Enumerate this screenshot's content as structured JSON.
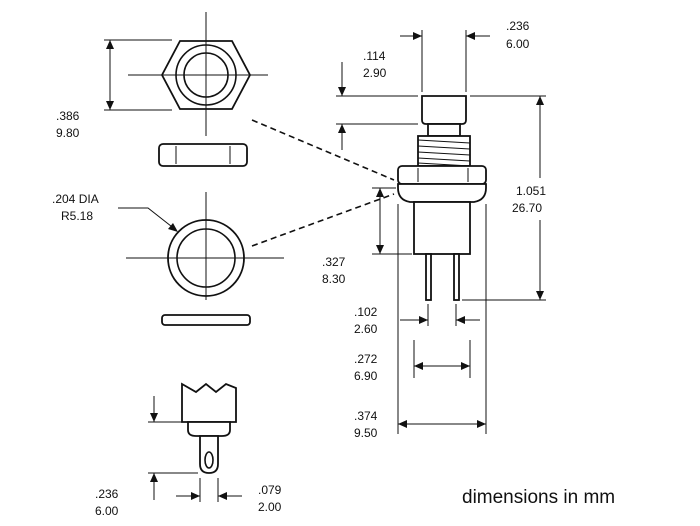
{
  "caption": "dimensions in mm",
  "dimensions": {
    "hex_nut_width": {
      "inch": ".386",
      "mm": "9.80"
    },
    "washer_hole": {
      "inch": ".204 DIA",
      "mm": "R5.18"
    },
    "cap_height": {
      "inch": ".114",
      "mm": "2.90"
    },
    "cap_width": {
      "inch": ".236",
      "mm": "6.00"
    },
    "total_height": {
      "inch": "1.051",
      "mm": "26.70"
    },
    "body_height": {
      "inch": ".327",
      "mm": "8.30"
    },
    "terminal_spacing": {
      "inch": ".102",
      "mm": "2.60"
    },
    "body_width": {
      "inch": ".272",
      "mm": "6.90"
    },
    "flange_width": {
      "inch": ".374",
      "mm": "9.50"
    },
    "terminal_length": {
      "inch": ".236",
      "mm": "6.00"
    },
    "terminal_width": {
      "inch": ".079",
      "mm": "2.00"
    }
  }
}
